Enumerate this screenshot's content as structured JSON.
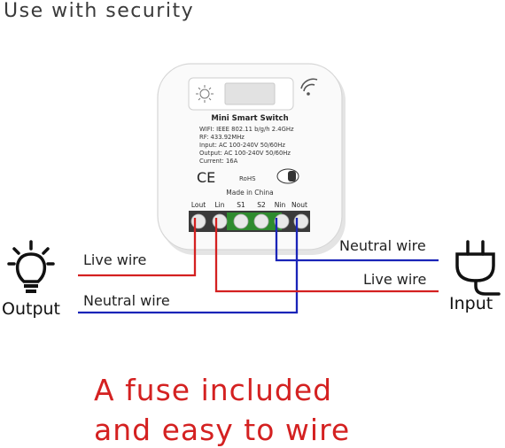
{
  "header": {
    "title": "Use with security"
  },
  "device": {
    "name": "Mini Smart Switch",
    "specs": [
      "WIFI: IEEE 802.11 b/g/h 2.4GHz",
      "RF: 433.92MHz",
      "Input: AC 100-240V  50/60Hz",
      "Output: AC 100-240V  50/60Hz",
      "Current: 16A"
    ],
    "ce": "CE",
    "rohs": "RoHS",
    "wifi_logo": "Wi Fi",
    "made_in": "Made in China",
    "terminals": [
      "Lout",
      "Lin",
      "S1",
      "S2",
      "Nin",
      "Nout"
    ]
  },
  "wiring": {
    "left_live": "Live wire",
    "left_neutral": "Neutral wire",
    "right_neutral": "Neutral wire",
    "right_live": "Live wire",
    "output_label": "Output",
    "input_label": "Input",
    "live_color": "#d42121",
    "neutral_color": "#1a24b8"
  },
  "icons": {
    "bulb": "light-bulb-icon",
    "plug": "power-plug-icon",
    "sun": "sun-icon",
    "wifi": "wifi-signal-icon"
  },
  "footer": {
    "line1": "A fuse included",
    "line2": "and easy to wire"
  }
}
